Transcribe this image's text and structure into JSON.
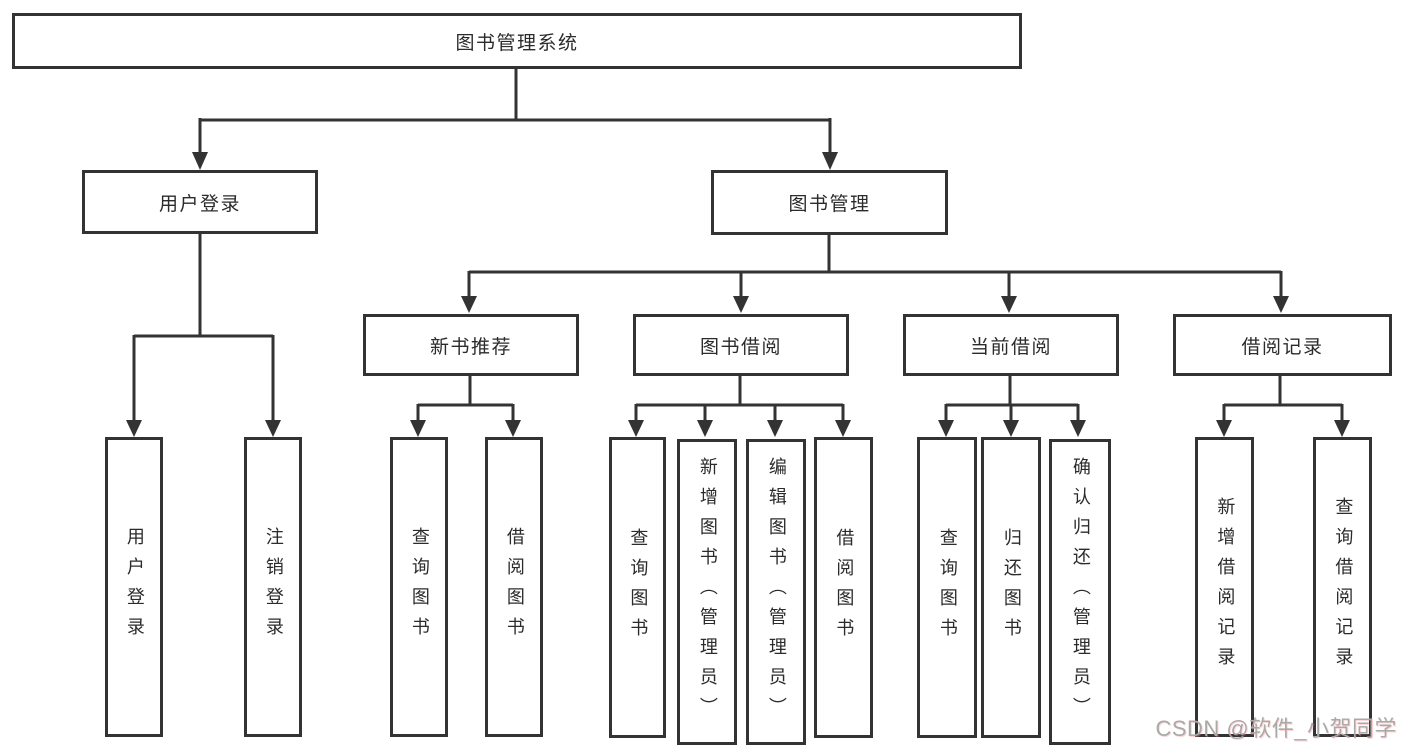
{
  "colors": {
    "line": "#333333",
    "box_border": "#333333",
    "text": "#2b2b2b",
    "background": "#ffffff",
    "watermark": "#a9a9a9"
  },
  "watermark": {
    "text": "CSDN @软件_小贺同学"
  },
  "tree": {
    "root": {
      "label": "图书管理系统",
      "children": [
        {
          "label": "用户登录",
          "children": [
            {
              "label": "用户登录"
            },
            {
              "label": "注销登录"
            }
          ]
        },
        {
          "label": "图书管理",
          "children": [
            {
              "label": "新书推荐",
              "children": [
                {
                  "label": "查询图书"
                },
                {
                  "label": "借阅图书"
                }
              ]
            },
            {
              "label": "图书借阅",
              "children": [
                {
                  "label": "查询图书"
                },
                {
                  "label": "新增图书（管理员）"
                },
                {
                  "label": "编辑图书（管理员）"
                },
                {
                  "label": "借阅图书"
                }
              ]
            },
            {
              "label": "当前借阅",
              "children": [
                {
                  "label": "查询图书"
                },
                {
                  "label": "归还图书"
                },
                {
                  "label": "确认归还（管理员）"
                }
              ]
            },
            {
              "label": "借阅记录",
              "children": [
                {
                  "label": "新增借阅记录"
                },
                {
                  "label": "查询借阅记录"
                }
              ]
            }
          ]
        }
      ]
    }
  }
}
